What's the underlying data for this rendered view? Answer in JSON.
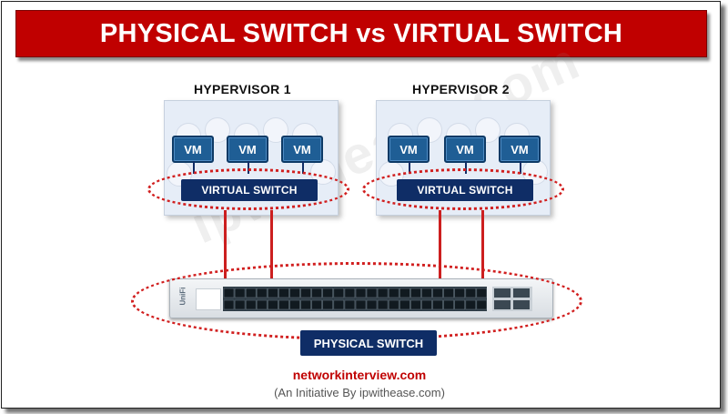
{
  "title": "PHYSICAL SWITCH vs VIRTUAL SWITCH",
  "hypervisors": [
    {
      "label": "HYPERVISOR 1",
      "vms": [
        "VM",
        "VM",
        "VM"
      ],
      "switch_label": "VIRTUAL SWITCH"
    },
    {
      "label": "HYPERVISOR 2",
      "vms": [
        "VM",
        "VM",
        "VM"
      ],
      "switch_label": "VIRTUAL SWITCH"
    }
  ],
  "physical_switch": {
    "label": "PHYSICAL SWITCH",
    "brand": "UniFi"
  },
  "watermark": "ipwithease.com",
  "footer": {
    "site": "networkinterview.com",
    "initiative": "(An Initiative By ipwithease.com)"
  },
  "colors": {
    "title_bg": "#c00000",
    "vm_blue": "#1f5e95",
    "switch_navy": "#0f2d66",
    "highlight_red": "#d11f1f"
  }
}
